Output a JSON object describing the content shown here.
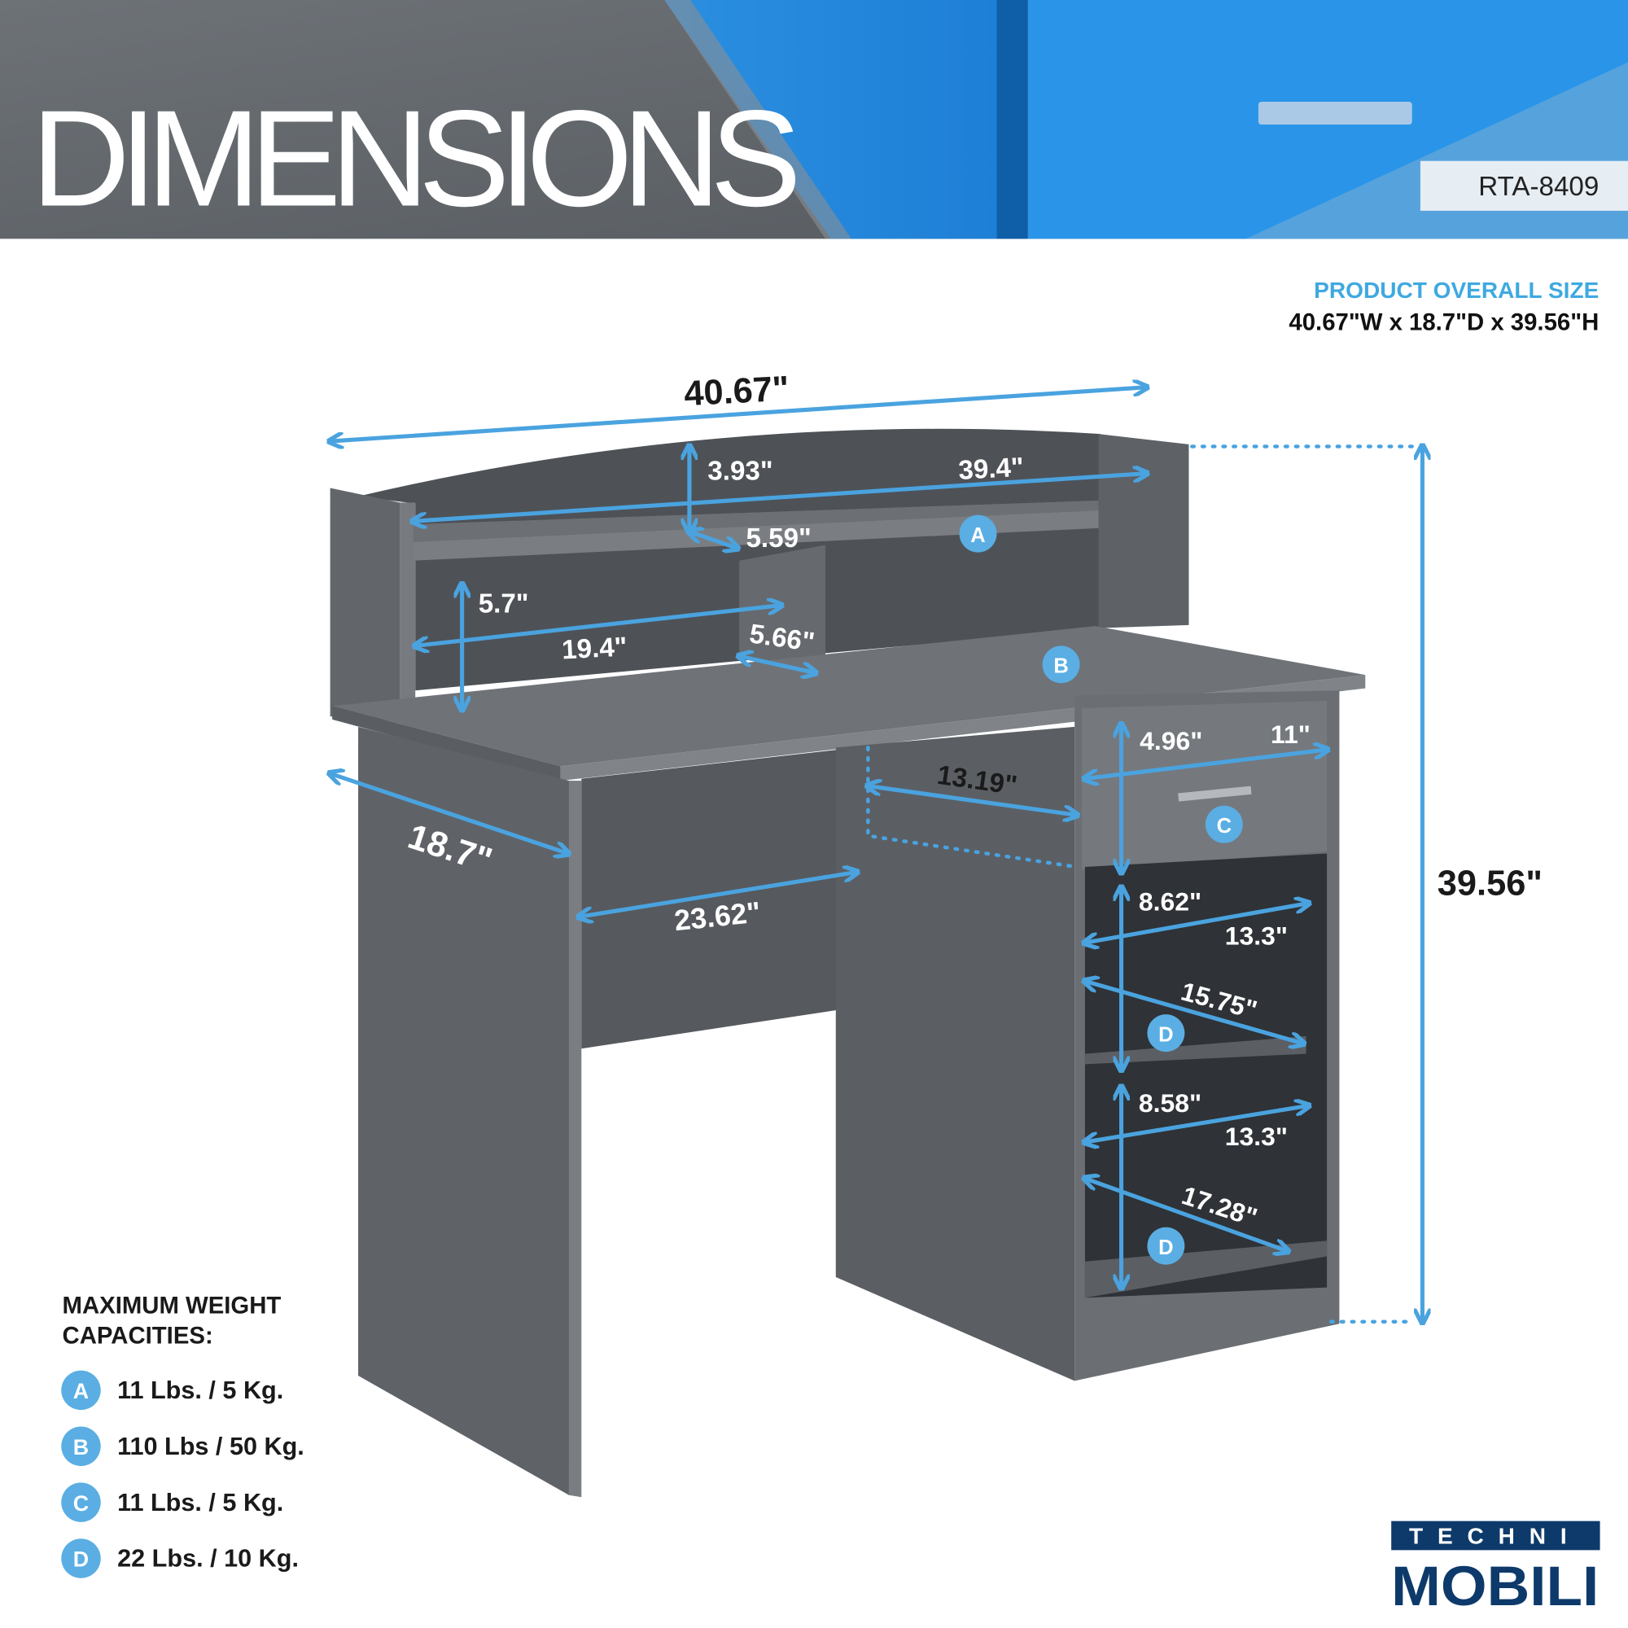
{
  "header": {
    "title": "DIMENSIONS",
    "model": "RTA-8409"
  },
  "overall": {
    "label": "PRODUCT OVERALL SIZE",
    "value": "40.67\"W x 18.7\"D x 39.56\"H"
  },
  "dimensions": {
    "overall_width": "40.67\"",
    "hutch_shelf_width": "39.4\"",
    "hutch_shelf_height": "3.93\"",
    "hutch_shelf_depth": "5.59\"",
    "hutch_opening_height": "5.7\"",
    "hutch_opening_width": "19.4\"",
    "hutch_opening_depth": "5.66\"",
    "desk_depth": "18.7\"",
    "knee_width": "23.62\"",
    "pedestal_depth": "13.19\"",
    "drawer_height": "4.96\"",
    "drawer_width": "11\"",
    "shelf1_height": "8.62\"",
    "shelf1_width": "13.3\"",
    "shelf1_depth": "15.75\"",
    "shelf2_height": "8.58\"",
    "shelf2_width": "13.3\"",
    "shelf2_depth": "17.28\"",
    "overall_height": "39.56\""
  },
  "badges": {
    "a": "A",
    "b": "B",
    "c": "C",
    "d": "D"
  },
  "capacities": {
    "heading_line1": "MAXIMUM WEIGHT",
    "heading_line2": "CAPACITIES:",
    "items": [
      {
        "badge": "A",
        "value": "11 Lbs. / 5 Kg."
      },
      {
        "badge": "B",
        "value": "110 Lbs / 50 Kg."
      },
      {
        "badge": "C",
        "value": "11 Lbs. / 5 Kg."
      },
      {
        "badge": "D",
        "value": "22 Lbs. / 10 Kg."
      }
    ]
  },
  "brand": {
    "line1": "TECHNI",
    "line2": "MOBILI"
  },
  "colors": {
    "accent": "#4aa3df",
    "badge": "#5aaee3",
    "brand_navy": "#0d3a6b",
    "desk_gray": "#5f6367"
  }
}
